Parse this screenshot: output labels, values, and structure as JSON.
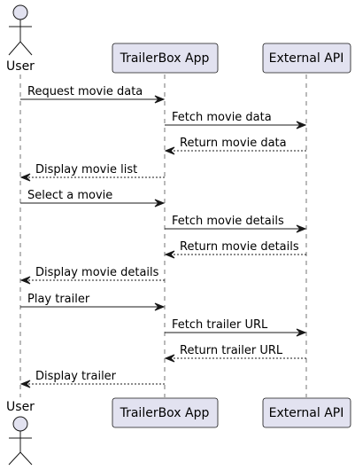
{
  "participants": [
    {
      "id": "user",
      "label": "User",
      "kind": "actor"
    },
    {
      "id": "app",
      "label": "TrailerBox App",
      "kind": "participant"
    },
    {
      "id": "api",
      "label": "External API",
      "kind": "participant"
    }
  ],
  "messages": [
    {
      "from": "user",
      "to": "app",
      "label": "Request movie data",
      "style": "solid"
    },
    {
      "from": "app",
      "to": "api",
      "label": "Fetch movie data",
      "style": "solid"
    },
    {
      "from": "api",
      "to": "app",
      "label": "Return movie data",
      "style": "dashed"
    },
    {
      "from": "app",
      "to": "user",
      "label": "Display movie list",
      "style": "dashed"
    },
    {
      "from": "user",
      "to": "app",
      "label": "Select a movie",
      "style": "solid"
    },
    {
      "from": "app",
      "to": "api",
      "label": "Fetch movie details",
      "style": "solid"
    },
    {
      "from": "api",
      "to": "app",
      "label": "Return movie details",
      "style": "dashed"
    },
    {
      "from": "app",
      "to": "user",
      "label": "Display movie details",
      "style": "dashed"
    },
    {
      "from": "user",
      "to": "app",
      "label": "Play trailer",
      "style": "solid"
    },
    {
      "from": "app",
      "to": "api",
      "label": "Fetch trailer URL",
      "style": "solid"
    },
    {
      "from": "api",
      "to": "app",
      "label": "Return trailer URL",
      "style": "dashed"
    },
    {
      "from": "app",
      "to": "user",
      "label": "Display trailer",
      "style": "dashed"
    }
  ],
  "colors": {
    "participant_fill": "#E2E2F0",
    "line": "#181818"
  }
}
